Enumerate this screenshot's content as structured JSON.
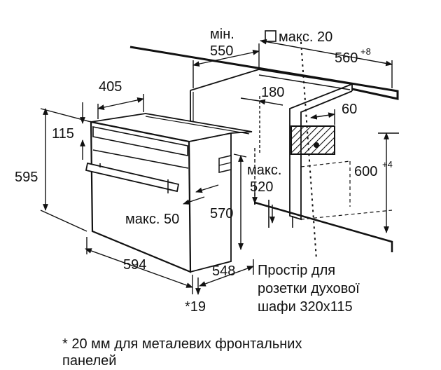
{
  "labels": {
    "min_label": "мін.",
    "min_550": "550",
    "max_label": "макс. 20",
    "d560": "560",
    "d560_sup": "+8",
    "d405": "405",
    "d180": "180",
    "d60": "60",
    "d115": "115",
    "d595": "595",
    "maks": "макс.",
    "d520": "520",
    "d600": "600",
    "d600_sup": "+4",
    "maks50": "макс. 50",
    "d570": "570",
    "d594": "594",
    "d548": "548",
    "d19": "*19"
  },
  "socket_note": [
    "Простір для",
    "розетки духової",
    "шафи 320x115"
  ],
  "footnote": [
    "* 20 мм для металевих фронтальних",
    "панелей"
  ],
  "colors": {
    "line": "#111111",
    "hatch": "#111111",
    "background": "#ffffff"
  }
}
